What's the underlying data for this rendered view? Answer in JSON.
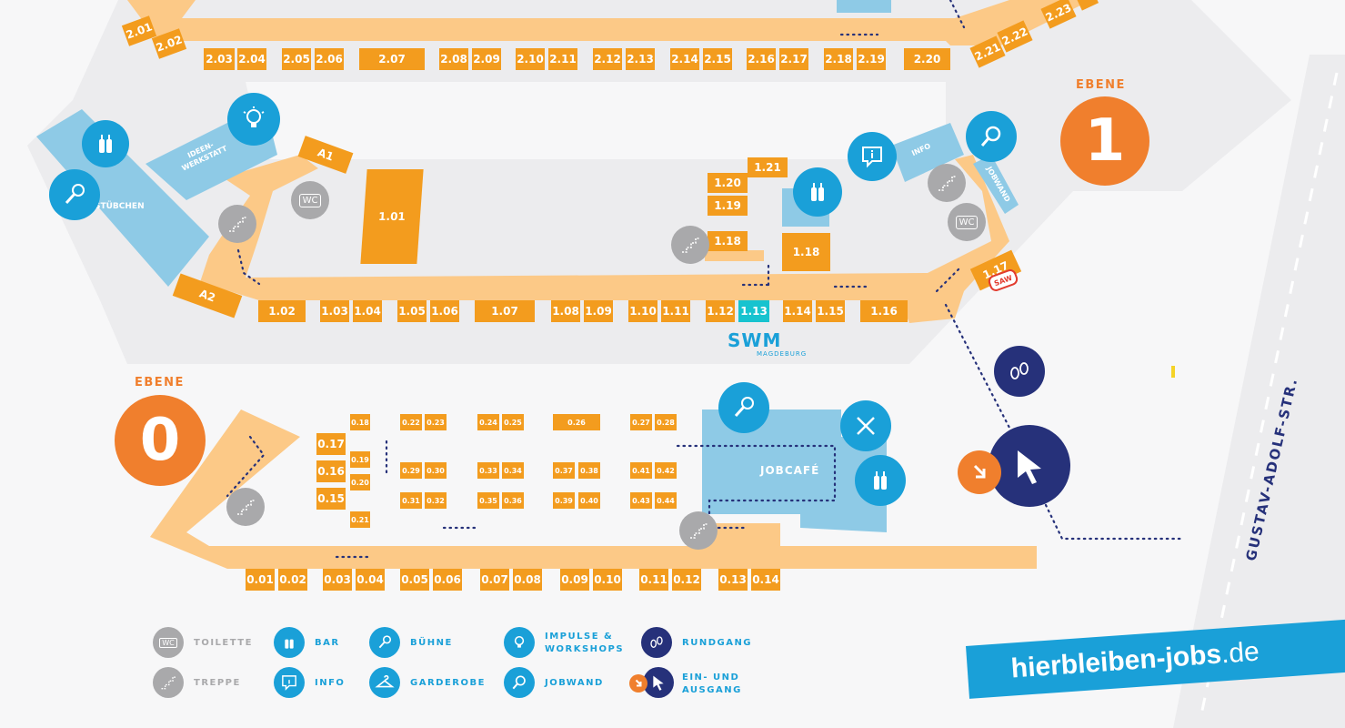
{
  "levels": {
    "ebene0": {
      "label": "EBENE",
      "number": "0"
    },
    "ebene1": {
      "label": "EBENE",
      "number": "1"
    }
  },
  "areas": {
    "stuebchen": "STÜBCHEN",
    "ideenwerkstatt_line1": "IDEEN-",
    "ideenwerkstatt_line2": "WERKSTATT",
    "info": "INFO",
    "jobwand": "JOBWAND",
    "jobcafe": "JOBCAFÉ",
    "street": "GUSTAV-ADOLF-STR.",
    "wc": "WC"
  },
  "sponsor": {
    "name": "SWM",
    "sub": "MAGDEBURG"
  },
  "saw_badge": "SAW",
  "booths_level2": [
    "2.01",
    "2.02",
    "2.03",
    "2.04",
    "2.05",
    "2.06",
    "2.07",
    "2.08",
    "2.09",
    "2.10",
    "2.11",
    "2.12",
    "2.13",
    "2.14",
    "2.15",
    "2.16",
    "2.17",
    "2.18",
    "2.19",
    "2.20",
    "2.21",
    "2.22",
    "2.23"
  ],
  "booths_level1": [
    "1.01",
    "1.02",
    "1.03",
    "1.04",
    "1.05",
    "1.06",
    "1.07",
    "1.08",
    "1.09",
    "1.10",
    "1.11",
    "1.12",
    "1.13",
    "1.14",
    "1.15",
    "1.16",
    "1.17",
    "1.18",
    "1.18",
    "1.19",
    "1.20",
    "1.21"
  ],
  "booths_special": [
    "A1",
    "A2"
  ],
  "booths_level0": [
    "0.01",
    "0.02",
    "0.03",
    "0.04",
    "0.05",
    "0.06",
    "0.07",
    "0.08",
    "0.09",
    "0.10",
    "0.11",
    "0.12",
    "0.13",
    "0.14",
    "0.15",
    "0.16",
    "0.17",
    "0.18",
    "0.19",
    "0.20",
    "0.21",
    "0.22",
    "0.23",
    "0.24",
    "0.25",
    "0.26",
    "0.27",
    "0.28",
    "0.29",
    "0.30",
    "0.31",
    "0.32",
    "0.33",
    "0.34",
    "0.35",
    "0.36",
    "0.37",
    "0.38",
    "0.39",
    "0.40",
    "0.41",
    "0.42",
    "0.43",
    "0.44"
  ],
  "legend": {
    "toilette": "TOILETTE",
    "treppe": "TREPPE",
    "bar": "BAR",
    "info": "INFO",
    "buehne": "BÜHNE",
    "garderobe": "GARDEROBE",
    "impulse_line1": "IMPULSE &",
    "impulse_line2": "WORKSHOPS",
    "jobwand": "JOBWAND",
    "rundgang": "RUNDGANG",
    "ausgang_line1": "EIN- UND",
    "ausgang_line2": "AUSGANG"
  },
  "brand": {
    "name": "hierbleiben-jobs",
    "tld": ".de"
  },
  "colors": {
    "booth": "#f39c1e",
    "walkway": "#fcc987",
    "room": "#8ecae6",
    "icon_blue": "#1aa0d8",
    "navy": "#26317a",
    "level_orange": "#f07f2d",
    "grey": "#a9a9ab"
  }
}
